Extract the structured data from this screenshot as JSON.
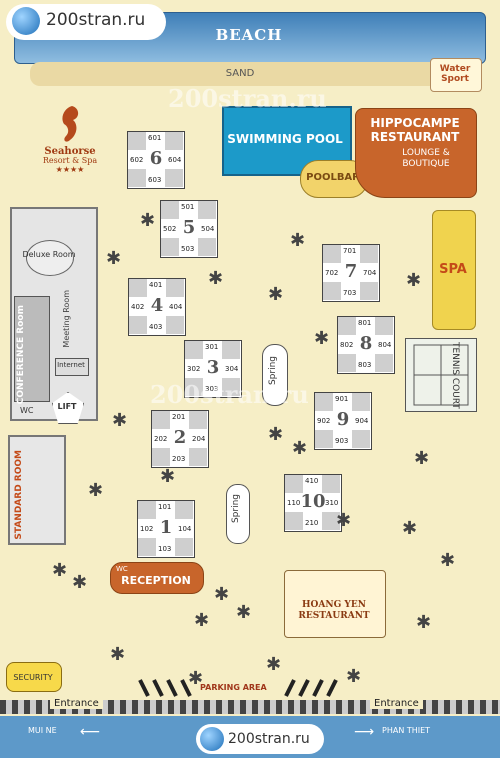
{
  "watermark": {
    "site": "200stran.ru"
  },
  "beach": {
    "label": "BEACH"
  },
  "sand": {
    "label": "SAND"
  },
  "water_sport": {
    "line1": "Water",
    "line2": "Sport"
  },
  "brand": {
    "name": "Seahorse",
    "sub": "Resort & Spa",
    "stars": "★★★★"
  },
  "pool": {
    "label": "SWIMMING POOL"
  },
  "poolbar": {
    "label": "POOLBAR"
  },
  "hippocampe": {
    "line1": "HIPPOCAMPE",
    "line2": "RESTAURANT",
    "sub1": "LOUNGE &",
    "sub2": "BOUTIQUE"
  },
  "spa": {
    "label": "SPA"
  },
  "tennis": {
    "label": "TENNIS COURT"
  },
  "main_building": {
    "deluxe": "Deluxe Room",
    "conference1": "CONFERENCE",
    "conference2": "Room",
    "meeting": "Meeting Room",
    "internet": "Internet",
    "wc": "WC",
    "lift": "LIFT"
  },
  "standard_room": {
    "label": "STANDARD ROOM"
  },
  "spring_labels": [
    "Spring",
    "Spring"
  ],
  "blocks": [
    {
      "num": "1",
      "top": "101",
      "left": "102",
      "right": "104",
      "bottom": "103"
    },
    {
      "num": "2",
      "top": "201",
      "left": "202",
      "right": "204",
      "bottom": "203"
    },
    {
      "num": "3",
      "top": "301",
      "left": "302",
      "right": "304",
      "bottom": "303"
    },
    {
      "num": "4",
      "top": "401",
      "left": "402",
      "right": "404",
      "bottom": "403"
    },
    {
      "num": "5",
      "top": "501",
      "left": "502",
      "right": "504",
      "bottom": "503"
    },
    {
      "num": "6",
      "top": "601",
      "left": "602",
      "right": "604",
      "bottom": "603"
    },
    {
      "num": "7",
      "top": "701",
      "left": "702",
      "right": "704",
      "bottom": "703"
    },
    {
      "num": "8",
      "top": "801",
      "left": "802",
      "right": "804",
      "bottom": "803"
    },
    {
      "num": "9",
      "top": "901",
      "left": "902",
      "right": "904",
      "bottom": "903"
    },
    {
      "num": "10",
      "top": "410",
      "left": "110",
      "right": "310",
      "bottom": "210"
    }
  ],
  "reception": {
    "label": "RECEPTION",
    "wc": "WC"
  },
  "hoang_yen": {
    "line1": "HOANG YEN",
    "line2": "RESTAURANT"
  },
  "security": {
    "label": "SECURITY"
  },
  "parking": {
    "label": "PARKING AREA"
  },
  "entrances": [
    "Entrance",
    "Entrance"
  ],
  "directions": {
    "left": "MUI NE",
    "right": "PHAN THIET",
    "left_arrow": "⟵",
    "right_arrow": "⟶"
  },
  "colors": {
    "beach": "#3f7fb8",
    "pool": "#1c9ac9",
    "restaurant": "#c8652b",
    "spa": "#f0d34e",
    "ground": "#f6eec6"
  }
}
